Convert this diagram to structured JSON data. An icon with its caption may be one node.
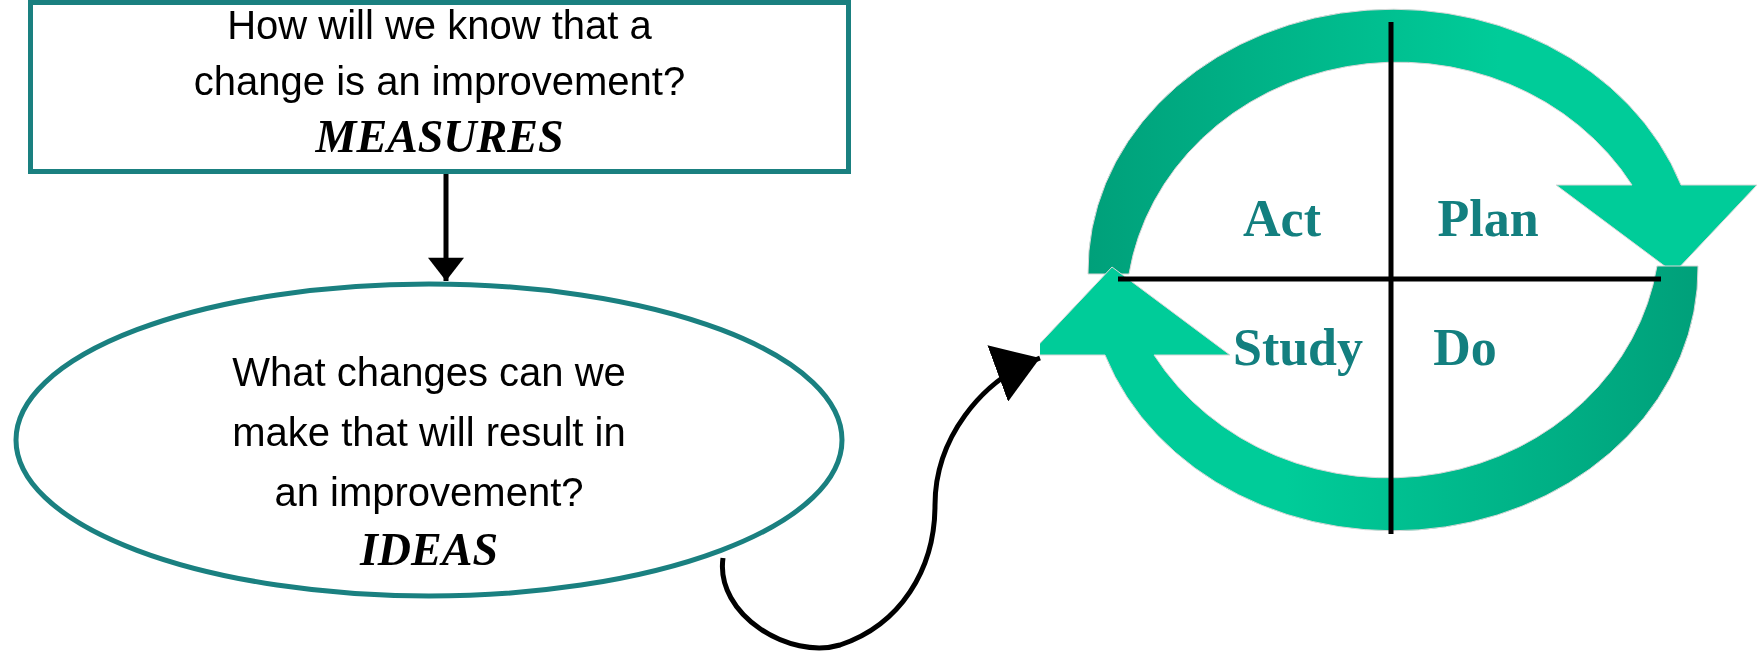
{
  "diagram": {
    "nodes": [
      {
        "text": [
          "How will we know that a change is an improvement?",
          "MEASURES"
        ]
      },
      {
        "text": [
          "What changes can we make that will result in an improvement?",
          "IDEAS"
        ]
      },
      {
        "text": [],
        "shape": "circle"
      }
    ],
    "edges": [
      {
        "from": 0,
        "to": 1,
        "arrow": "to"
      },
      {
        "from": 1,
        "to": 2,
        "arrow": "to"
      }
    ],
    "labels": [
      "Act",
      "Plan",
      "Study",
      "Do"
    ]
  }
}
